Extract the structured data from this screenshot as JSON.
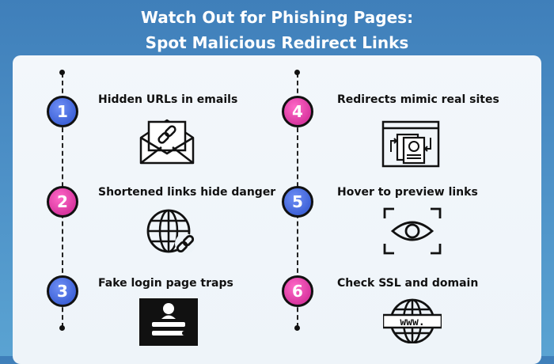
{
  "header": {
    "line1": "Watch Out for Phishing Pages:",
    "line2": "Spot Malicious Redirect Links"
  },
  "items": [
    {
      "number": "1",
      "label": "Hidden URLs in emails",
      "icon": "envelope-link-icon",
      "color": "#3f63d8"
    },
    {
      "number": "2",
      "label": "Shortened links hide danger",
      "icon": "globe-link-icon",
      "color": "#d9369f"
    },
    {
      "number": "3",
      "label": "Fake login page traps",
      "icon": "login-form-icon",
      "color": "#3f63d8"
    },
    {
      "number": "4",
      "label": "Redirects mimic real sites",
      "icon": "redirect-pages-icon",
      "color": "#d9369f"
    },
    {
      "number": "5",
      "label": "Hover to preview links",
      "icon": "eye-preview-icon",
      "color": "#3f63d8"
    },
    {
      "number": "6",
      "label": "Check SSL and domain",
      "icon": "www-globe-icon",
      "color": "#d9369f"
    }
  ]
}
